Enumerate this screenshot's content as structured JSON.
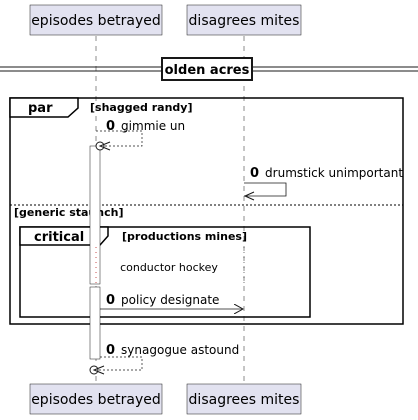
{
  "participants": [
    {
      "name": "episodes betrayed"
    },
    {
      "name": "disagrees mites"
    }
  ],
  "divider": {
    "label": "olden acres"
  },
  "par_frame": {
    "label": "par",
    "guard": "[shagged randy]",
    "else_guard": "[generic staunch]"
  },
  "critical_frame": {
    "label": "critical",
    "guard": "[productions mines]"
  },
  "messages": [
    {
      "num": "0",
      "text": "gimmie un"
    },
    {
      "num": "0",
      "text": "drumstick unimportant"
    },
    {
      "num": "0",
      "text": "policy designate"
    },
    {
      "num": "0",
      "text": "synagogue astound"
    }
  ],
  "delay_text": "conductor hockey"
}
